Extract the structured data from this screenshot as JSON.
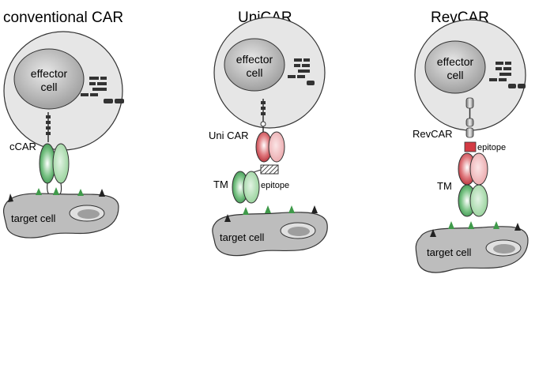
{
  "panels": {
    "conventional": {
      "title": "conventional CAR",
      "effector_line1": "effector",
      "effector_line2": "cell",
      "receptor_label": "cCAR",
      "target_label": "target cell"
    },
    "unicar": {
      "title": "UniCAR",
      "effector_line1": "effector",
      "effector_line2": "cell",
      "receptor_label": "Uni CAR",
      "tm_label": "TM",
      "epitope_label": "epitope",
      "target_label": "target cell"
    },
    "revcar": {
      "title": "RevCAR",
      "effector_line1": "effector",
      "effector_line2": "cell",
      "receptor_label": "RevCAR",
      "epitope_label": "epitope",
      "tm_label": "TM",
      "target_label": "target cell"
    }
  },
  "colors": {
    "cell_fill": "#e6e6e6",
    "nucleus_fill": "#b3b3b3",
    "target_fill": "#bdbdbd",
    "green": "#3a9a4e",
    "red": "#c8323c",
    "antigen_green": "#3f9a4a",
    "antigen_black": "#222222"
  }
}
